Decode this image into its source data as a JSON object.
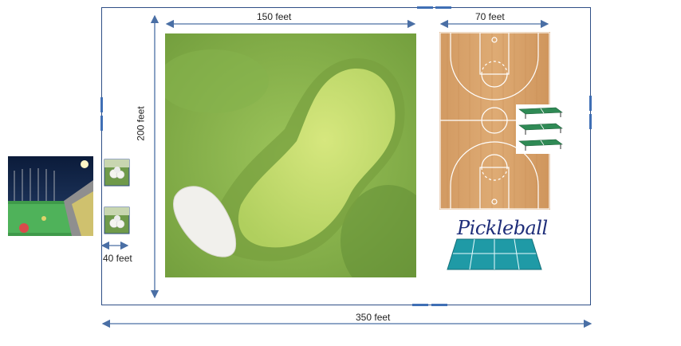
{
  "dimensions": {
    "green_width": "150 feet",
    "court_width": "70 feet",
    "field_height": "200 feet",
    "range_width": "40 feet",
    "total_width": "350 feet"
  },
  "pickleball_logo_text": "Pickleball",
  "colors": {
    "outline": "#2f4f86",
    "arrow": "#4a6fa5",
    "door": "#3f6fb5",
    "grass": "#8fb84a",
    "green": "#c9de6e",
    "sand": "#f1f0ec",
    "court_wood": "#d9a36b",
    "pickleball_teal": "#1f9aa6"
  },
  "icons": [
    "driving-range-photo",
    "golf-ball-photo",
    "golf-green-aerial",
    "basketball-court",
    "ping-pong-tables",
    "pickleball-court-logo"
  ]
}
